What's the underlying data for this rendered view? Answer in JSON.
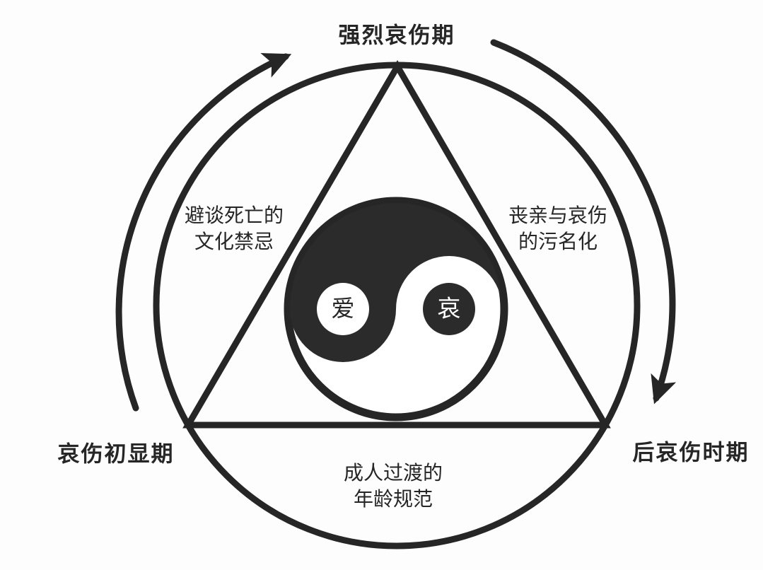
{
  "colors": {
    "ink": "#262626",
    "paper": "#fdfdfd",
    "yin_fill": "#2b2b2b",
    "yang_fill": "#ffffff"
  },
  "stages": {
    "top": "强烈哀伤期",
    "bottom_left": "哀伤初显期",
    "bottom_right": "后哀伤时期"
  },
  "factors": {
    "left": {
      "line1": "避谈死亡的",
      "line2": "文化禁忌"
    },
    "right": {
      "line1": "丧亲与哀伤",
      "line2": "的污名化"
    },
    "bottom": {
      "line1": "成人过渡的",
      "line2": "年龄规范"
    }
  },
  "yin_yang": {
    "left_eye_symbol": "爱",
    "right_eye_symbol": "哀"
  },
  "icons": {
    "cycle_arrow_left": "clockwise-arc-arrow",
    "cycle_arrow_right": "clockwise-arc-arrow"
  }
}
